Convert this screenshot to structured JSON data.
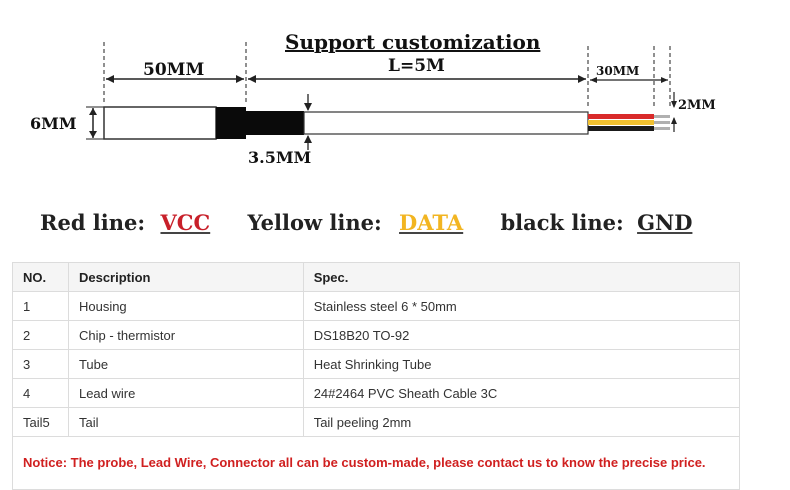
{
  "diagram": {
    "title": "Support customization",
    "dim_length": "L=5M",
    "dim_housing_length": "50MM",
    "dim_diameter": "6MM",
    "dim_tube": "3.5MM",
    "dim_strip": "30MM",
    "dim_tail": "2MM"
  },
  "legend": {
    "red_label": "Red line:",
    "red_value": "VCC",
    "yellow_label": "Yellow line:",
    "yellow_value": "DATA",
    "black_label": "black line:",
    "black_value": "GND",
    "colors": {
      "red": "#c8202a",
      "yellow": "#f2b521",
      "black": "#222222"
    }
  },
  "table": {
    "headers": [
      "NO.",
      "Description",
      "Spec."
    ],
    "rows": [
      [
        "1",
        "Housing",
        "Stainless steel 6 * 50mm"
      ],
      [
        "2",
        "Chip - thermistor",
        "DS18B20 TO-92"
      ],
      [
        "3",
        "Tube",
        "Heat Shrinking Tube"
      ],
      [
        "4",
        "Lead wire",
        "24#2464 PVC Sheath Cable 3C"
      ],
      [
        "Tail5",
        "Tail",
        "Tail peeling 2mm"
      ]
    ],
    "notice": "Notice: The probe, Lead Wire, Connector all can be custom-made, please contact us to know the precise price."
  }
}
